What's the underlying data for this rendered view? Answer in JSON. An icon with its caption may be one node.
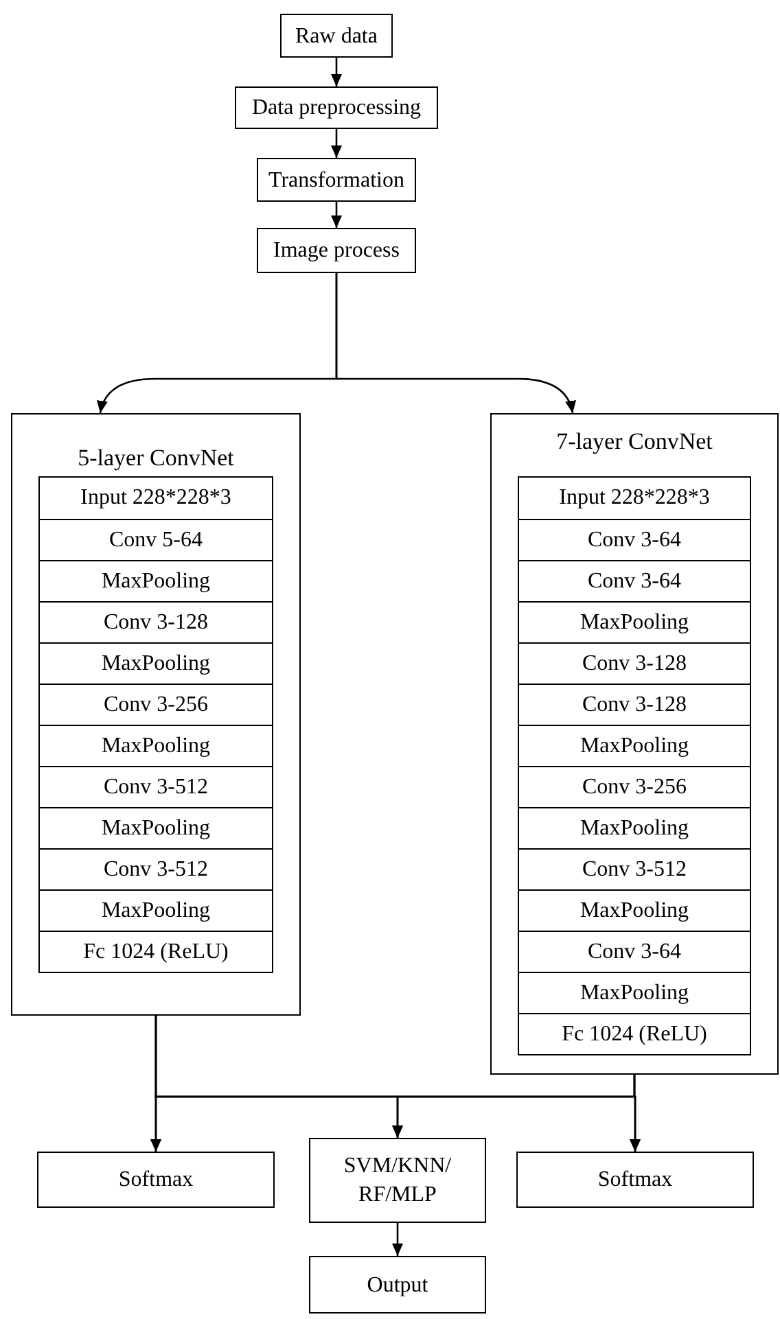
{
  "diagram": {
    "nodes": [
      {
        "text": [
          "Raw data"
        ]
      },
      {
        "text": [
          "Data preprocessing"
        ]
      },
      {
        "text": [
          "Transformation"
        ]
      },
      {
        "text": [
          "Image process"
        ]
      },
      {
        "text": [
          "5-layer ConvNet"
        ]
      },
      {
        "text": [
          "Input 228*228*3"
        ],
        "in": 4
      },
      {
        "text": [
          "Conv 5-64"
        ],
        "in": 4
      },
      {
        "text": [
          "MaxPooling"
        ],
        "in": 4
      },
      {
        "text": [
          "Conv 3-128"
        ],
        "in": 4
      },
      {
        "text": [
          "MaxPooling"
        ],
        "in": 4
      },
      {
        "text": [
          "Conv 3-256"
        ],
        "in": 4
      },
      {
        "text": [
          "MaxPooling"
        ],
        "in": 4
      },
      {
        "text": [
          "Conv 3-512"
        ],
        "in": 4
      },
      {
        "text": [
          "MaxPooling"
        ],
        "in": 4
      },
      {
        "text": [
          "Conv 3-512"
        ],
        "in": 4
      },
      {
        "text": [
          "MaxPooling"
        ],
        "in": 4
      },
      {
        "text": [
          "Fc 1024 (ReLU)"
        ],
        "in": 4
      },
      {
        "text": [
          "7-layer ConvNet"
        ]
      },
      {
        "text": [
          "Input 228*228*3"
        ],
        "in": 17
      },
      {
        "text": [
          "Conv 3-64"
        ],
        "in": 17
      },
      {
        "text": [
          "Conv 3-64"
        ],
        "in": 17
      },
      {
        "text": [
          "MaxPooling"
        ],
        "in": 17
      },
      {
        "text": [
          "Conv 3-128"
        ],
        "in": 17
      },
      {
        "text": [
          "Conv 3-128"
        ],
        "in": 17
      },
      {
        "text": [
          "MaxPooling"
        ],
        "in": 17
      },
      {
        "text": [
          "Conv 3-256"
        ],
        "in": 17
      },
      {
        "text": [
          "MaxPooling"
        ],
        "in": 17
      },
      {
        "text": [
          "Conv 3-512"
        ],
        "in": 17
      },
      {
        "text": [
          "MaxPooling"
        ],
        "in": 17
      },
      {
        "text": [
          "Conv 3-64"
        ],
        "in": 17
      },
      {
        "text": [
          "MaxPooling"
        ],
        "in": 17
      },
      {
        "text": [
          "Fc 1024 (ReLU)"
        ],
        "in": 17
      },
      {
        "text": [
          "Softmax"
        ]
      },
      {
        "text": [
          "SVM/KNN/ RF/MLP"
        ]
      },
      {
        "text": [
          "Softmax"
        ]
      },
      {
        "text": [
          "Output"
        ]
      }
    ],
    "edges": [
      {
        "from": 0,
        "to": 1,
        "arrow": "to"
      },
      {
        "from": 1,
        "to": 2,
        "arrow": "to"
      },
      {
        "from": 2,
        "to": 3,
        "arrow": "to"
      },
      {
        "from": 3,
        "to": 4,
        "arrow": "to"
      },
      {
        "from": 3,
        "to": 17,
        "arrow": "to"
      },
      {
        "from": 4,
        "to": 32,
        "arrow": "to"
      },
      {
        "from": 4,
        "to": 33,
        "arrow": "to"
      },
      {
        "from": 4,
        "to": 34,
        "arrow": "to"
      },
      {
        "from": 17,
        "to": 32,
        "arrow": "to"
      },
      {
        "from": 17,
        "to": 33,
        "arrow": "to"
      },
      {
        "from": 17,
        "to": 34,
        "arrow": "to"
      },
      {
        "from": 33,
        "to": 35,
        "arrow": "to"
      }
    ]
  }
}
